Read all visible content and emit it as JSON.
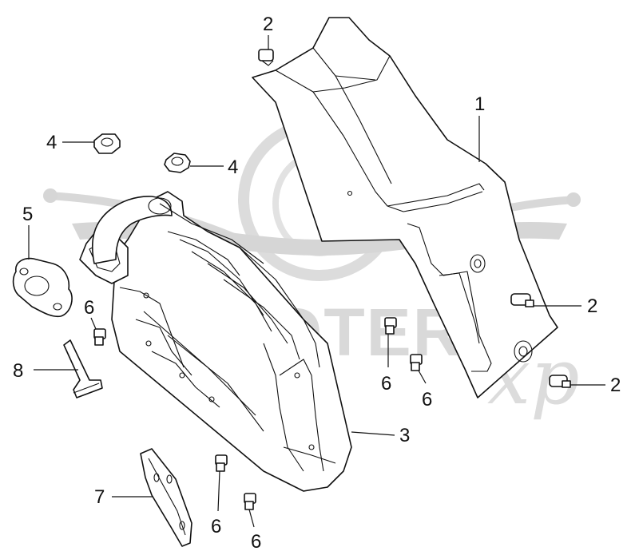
{
  "callouts": {
    "c1": "1",
    "c2a": "2",
    "c2b": "2",
    "c2c": "2",
    "c3": "3",
    "c4a": "4",
    "c4b": "4",
    "c5": "5",
    "c6a": "6",
    "c6b": "6",
    "c6c": "6",
    "c6d": "6",
    "c6e": "6",
    "c7": "7",
    "c8": "8"
  },
  "watermark": {
    "text": "SCOOTER",
    "script": "xp"
  },
  "colors": {
    "line": "#111111",
    "watermark": "#d6d6d6",
    "background": "#ffffff"
  }
}
